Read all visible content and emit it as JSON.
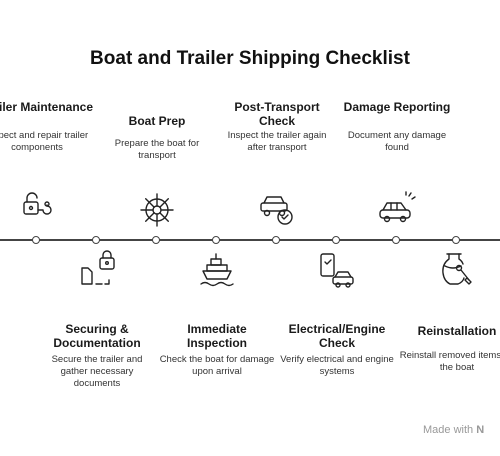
{
  "title": "Boat and Trailer Shipping Checklist",
  "steps": [
    {
      "title": "Trailer Maintenance",
      "desc": "Inspect and repair trailer components",
      "icon": "lock-key-icon",
      "position": "top"
    },
    {
      "title": "Securing & Documentation",
      "desc": "Secure the trailer and gather necessary documents",
      "icon": "lock-document-icon",
      "position": "bottom"
    },
    {
      "title": "Boat Prep",
      "desc": "Prepare the boat for transport",
      "icon": "ship-wheel-icon",
      "position": "top"
    },
    {
      "title": "Immediate Inspection",
      "desc": "Check the boat for damage upon arrival",
      "icon": "ship-icon",
      "position": "bottom"
    },
    {
      "title": "Post-Transport Check",
      "desc": "Inspect the trailer again after transport",
      "icon": "car-check-icon",
      "position": "top"
    },
    {
      "title": "Electrical/Engine Check",
      "desc": "Verify electrical and engine systems",
      "icon": "phone-car-icon",
      "position": "bottom"
    },
    {
      "title": "Damage Reporting",
      "desc": "Document any damage found",
      "icon": "car-crash-icon",
      "position": "top"
    },
    {
      "title": "Reinstallation",
      "desc": "Reinstall removed items on the boat",
      "icon": "vase-tool-icon",
      "position": "bottom"
    }
  ],
  "watermark": {
    "text": "Made with",
    "logo": "N"
  }
}
